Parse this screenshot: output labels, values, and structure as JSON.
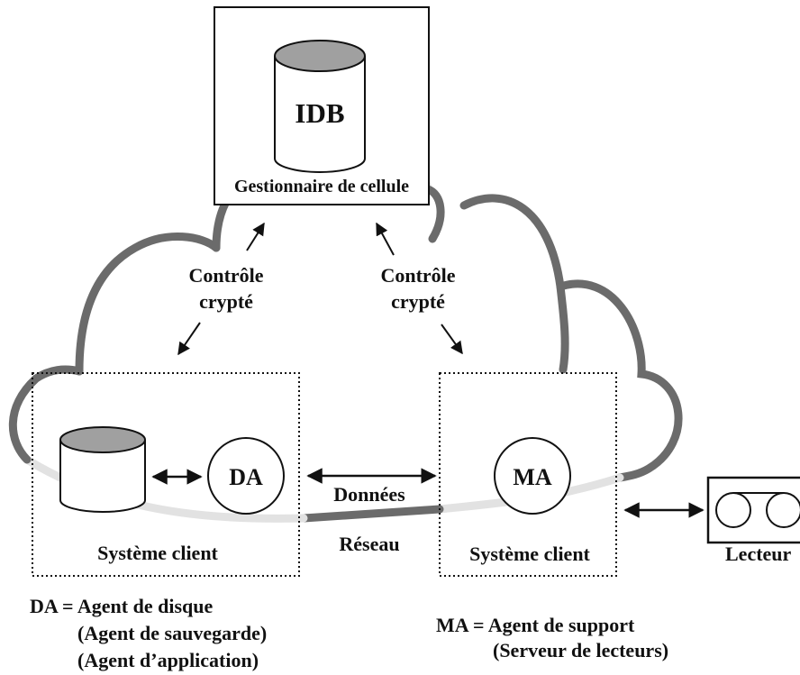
{
  "cell_manager": {
    "db_label": "IDB",
    "caption": "Gestionnaire de cellule"
  },
  "control_left": {
    "line1": "Contrôle",
    "line2": "crypté"
  },
  "control_right": {
    "line1": "Contrôle",
    "line2": "crypté"
  },
  "client_left": {
    "agent": "DA",
    "caption": "Système client"
  },
  "client_right": {
    "agent": "MA",
    "caption": "Système client"
  },
  "data_label": "Données",
  "network_label": "Réseau",
  "drive_label": "Lecteur",
  "legend_da": {
    "line1": "DA = Agent de disque",
    "line2": "(Agent de sauvegarde)",
    "line3": "(Agent d’application)"
  },
  "legend_ma": {
    "line1": "MA = Agent de support",
    "line2": "(Serveur de lecteurs)"
  },
  "colors": {
    "cloud_dark": "#6b6b6b",
    "cloud_light": "#e2e2e2",
    "cylinder_top": "#a0a0a0",
    "ink": "#111111"
  }
}
